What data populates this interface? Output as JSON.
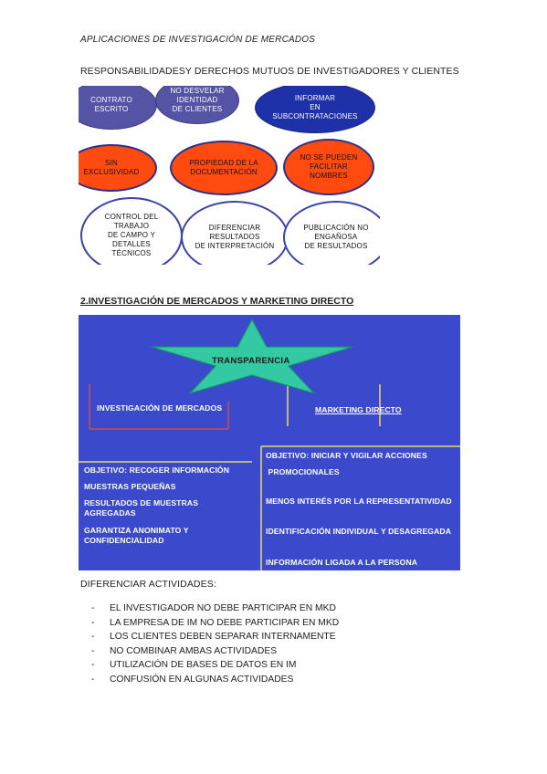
{
  "header": {
    "title": "APLICACIONES DE INVESTIGACIÓN DE MERCADOS"
  },
  "section1": {
    "title": "RESPONSABILIDADESY DERECHOS MUTUOS DE INVESTIGADORES Y CLIENTES",
    "ovals": [
      "CONTRATO\nESCRITO",
      "NO DESVELAR\nIDENTIDAD\nDE CLIENTES",
      "INFORMAR\nEN\nSUBCONTRATACIONES",
      "SIN\nEXCLUSIVIDAD",
      "PROPIEDAD DE LA\nDOCUMENTACIÓN",
      "NO SE PUEDEN\nFACILITAR\nNOMBRES",
      "CONTROL DEL\nTRABAJO\nDE CAMPO Y\nDETALLES\nTÉCNICOS",
      "DIFERENCIAR\nRESULTADOS\nDE INTERPRETACIÓN",
      "PUBLICACIÓN NO\nENGAÑOSA\nDE RESULTADOS"
    ]
  },
  "section2": {
    "title": "2.INVESTIGACIÓN DE MERCADOS Y MARKETING DIRECTO",
    "star": "TRANSPARENCIA",
    "left_head": "INVESTIGACIÓN DE MERCADOS",
    "right_head": "MARKETING DIRECTO",
    "left_items": [
      "OBJETIVO: RECOGER INFORMACIÓN",
      "MUESTRAS PEQUEÑAS",
      "RESULTADOS DE MUESTRAS\nAGREGADAS",
      "GARANTIZA ANONIMATO Y\nCONFIDENCIALIDAD"
    ],
    "right_items": [
      "OBJETIVO: INICIAR Y VIGILAR ACCIONES",
      " PROMOCIONALES",
      "MENOS INTERÉS POR LA REPRESENTATIVIDAD",
      "IDENTIFICACIÓN INDIVIDUAL Y DESAGREGADA",
      "INFORMACIÓN LIGADA A LA PERSONA"
    ]
  },
  "section3": {
    "title": "DIFERENCIAR ACTIVIDADES:",
    "bullet": "-",
    "items": [
      "EL INVESTIGADOR NO DEBE PARTICIPAR EN MKD",
      "LA EMPRESA DE IM NO DEBE PARTICIPAR EN MKD",
      "LOS CLIENTES DEBEN SEPARAR INTERNAMENTE",
      "NO COMBINAR AMBAS ACTIVIDADES",
      "UTILIZACIÓN DE BASES DE DATOS EN IM",
      "CONFUSIÓN EN ALGUNAS ACTIVIDADES"
    ]
  },
  "colors": {
    "panel": "#3b49cd",
    "star": "#33c9a3",
    "orange": "#ff4b0f",
    "navy": "#1f31a8",
    "purple": "#5553a3"
  }
}
